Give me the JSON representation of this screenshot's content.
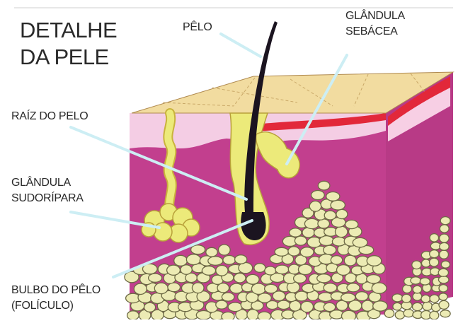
{
  "title": {
    "line1": "DETALHE",
    "line2": "DA PELE"
  },
  "labels": {
    "pelo": "PÊLO",
    "glandula_sebacea": {
      "line1": "GLÂNDULA",
      "line2": "SEBÁCEA"
    },
    "raiz_do_pelo": "RAÍZ DO PELO",
    "glandula_sudoripara": {
      "line1": "GLÂNDULA",
      "line2": "SUDORÍPARA"
    },
    "bulbo_do_pelo": {
      "line1": "BULBO DO PÊLO",
      "line2": "(FOLÍCULO)"
    }
  },
  "colors": {
    "epidermis": "#f2dca0",
    "dermis_pink": "#c23f8e",
    "dermis_light": "#f4cde4",
    "red_band": "#e2283a",
    "gland_yellow": "#ecea7a",
    "hair": "#1b1420",
    "fat": "#ecebb4",
    "leader_line": "#cdeef4"
  }
}
